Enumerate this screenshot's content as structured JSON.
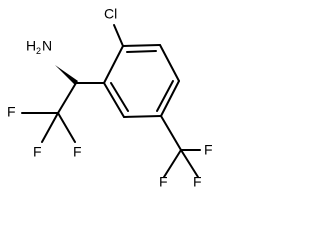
{
  "molecule": {
    "atoms": {
      "chlorine": "Cl",
      "amine_main": "H",
      "amine_sub": "2",
      "amine_n": "N",
      "fluorine_1": "F",
      "fluorine_2": "F",
      "fluorine_3": "F",
      "fluorine_4": "F",
      "fluorine_5": "F",
      "fluorine_6": "F"
    },
    "stereo_bond": "wedge"
  }
}
